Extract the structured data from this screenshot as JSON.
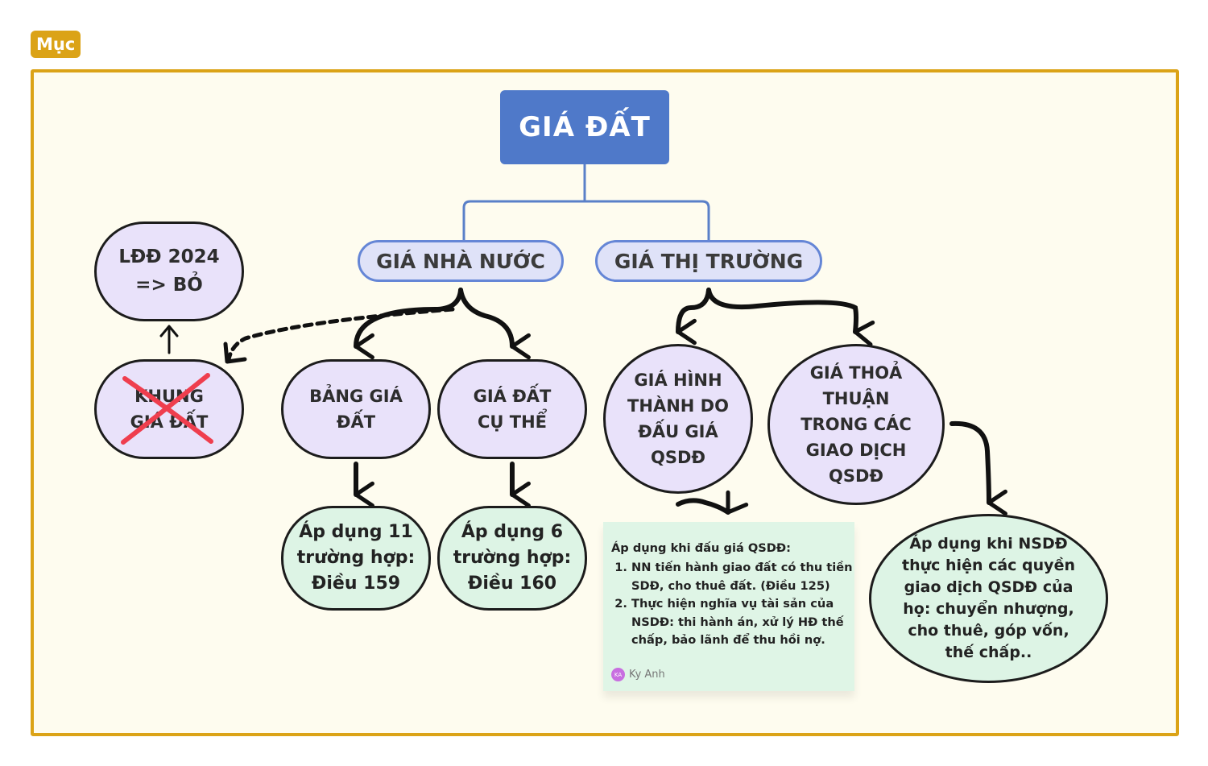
{
  "frame": {
    "label": "Mục"
  },
  "colors": {
    "frame_border": "#dba317",
    "frame_bg": "#fefcef",
    "root_fill": "#4f79c9",
    "pill_fill": "#dfe2f8",
    "pill_border": "#6586d6",
    "ellipse_fill": "#e9e2fa",
    "green_fill": "#ddf4e5",
    "cross": "#ef3e4e",
    "sticky_note": "#dff5e6"
  },
  "nodes": {
    "root": "GIÁ ĐẤT",
    "state_price": "GIÁ NHÀ NƯỚC",
    "market_price": "GIÁ THỊ TRƯỜNG",
    "ldd2024": "LĐĐ 2024 => BỎ",
    "price_frame": "KHUNG GIÁ ĐẤT",
    "price_table": "BẢNG GIÁ ĐẤT",
    "specific_price": "GIÁ ĐẤT CỤ THỂ",
    "auction_price": "GIÁ HÌNH THÀNH DO ĐẤU GIÁ QSDĐ",
    "agreement_price": "GIÁ THOẢ THUẬN TRONG CÁC GIAO DỊCH QSDĐ",
    "apply_159": "Áp dụng 11 trường hợp: Điều 159",
    "apply_160": "Áp dụng 6 trường hợp: Điều 160",
    "apply_agreement": "Áp dụng khi NSDĐ thực hiện các quyền giao dịch QSDĐ của họ: chuyển nhượng, cho thuê, góp vốn, thế chấp.."
  },
  "note": {
    "lead": "Áp dụng khi đấu giá QSDĐ:",
    "items": [
      "NN tiến hành giao đất có thu tiền SDĐ, cho thuê đất. (Điều 125)",
      "Thực hiện nghĩa vụ tài sản của NSDĐ: thi hành án, xử lý HĐ thế chấp, bảo lãnh để thu hồi nợ."
    ],
    "author": "Ky Anh",
    "author_initials": "KA"
  }
}
